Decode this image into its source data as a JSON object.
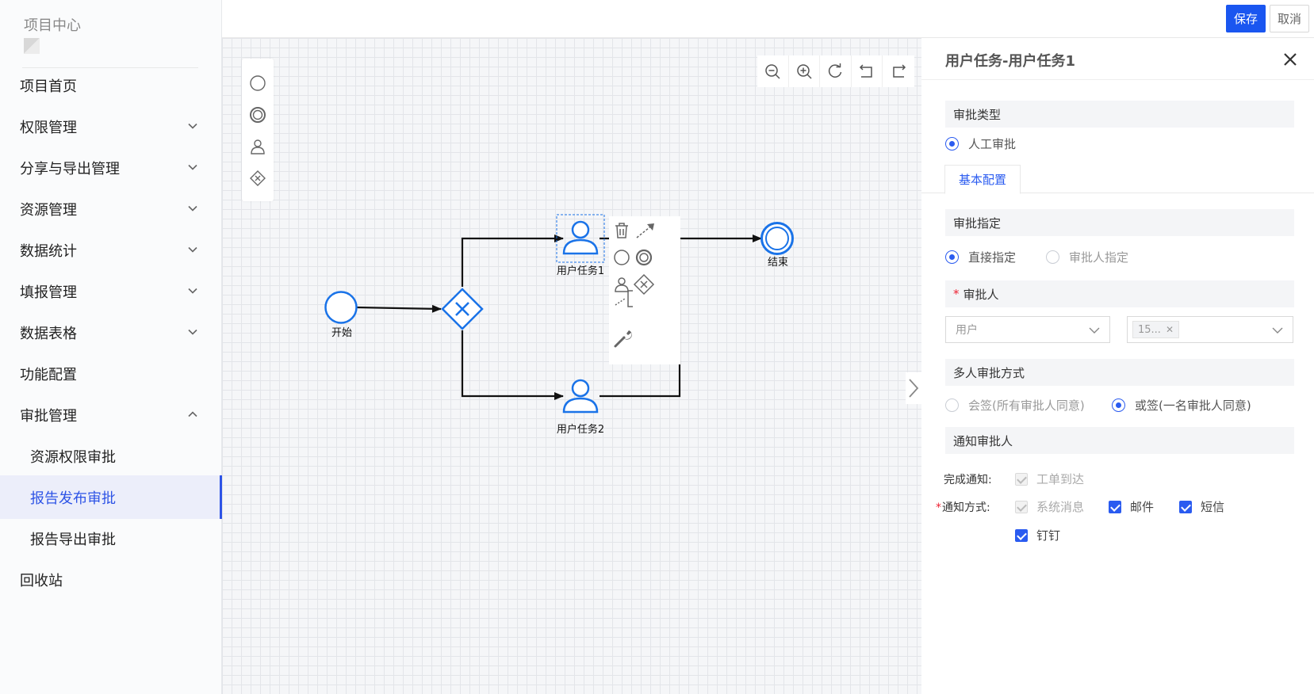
{
  "sidebar": {
    "project_title": "项目中心",
    "items": [
      {
        "label": "项目首页"
      },
      {
        "label": "权限管理"
      },
      {
        "label": "分享与导出管理"
      },
      {
        "label": "资源管理"
      },
      {
        "label": "数据统计"
      },
      {
        "label": "填报管理"
      },
      {
        "label": "数据表格"
      },
      {
        "label": "功能配置"
      },
      {
        "label": "审批管理"
      },
      {
        "label": "资源权限审批"
      },
      {
        "label": "报告发布审批"
      },
      {
        "label": "报告导出审批"
      },
      {
        "label": "回收站"
      }
    ],
    "active_item": "报告发布审批"
  },
  "toolbar": {
    "save_label": "保存",
    "cancel_label": "取消"
  },
  "diagram": {
    "nodes": {
      "start": "开始",
      "task1": "用户任务1",
      "task2": "用户任务2",
      "end": "结束"
    },
    "palette_icons": [
      "start-event-icon",
      "end-event-icon",
      "user-task-icon",
      "exclusive-gateway-icon"
    ],
    "zoom_icons": [
      "zoom-out-icon",
      "zoom-in-icon",
      "reset-icon",
      "undo-icon",
      "redo-icon"
    ],
    "context_pad_icons": [
      "delete-icon",
      "connect-icon",
      "append-start-event-icon",
      "append-end-event-icon",
      "append-user-task-icon",
      "append-gateway-icon",
      "text-annotation-icon",
      "change-type-icon"
    ]
  },
  "panel": {
    "title": "用户任务-用户任务1",
    "approval_type": {
      "header": "审批类型",
      "option": "人工审批"
    },
    "tabs": [
      {
        "label": "基本配置"
      }
    ],
    "approval_assign": {
      "header": "审批指定",
      "options": [
        "直接指定",
        "审批人指定"
      ],
      "selected": "直接指定"
    },
    "approver": {
      "header": "审批人",
      "type_select": "用户",
      "tag": "15..."
    },
    "multi_approval": {
      "header": "多人审批方式",
      "options": [
        "会签(所有审批人同意)",
        "或签(一名审批人同意)"
      ],
      "selected": "或签(一名审批人同意)"
    },
    "notify": {
      "header": "通知审批人",
      "complete_label": "完成通知:",
      "complete_option": "工单到达",
      "method_label": "通知方式:",
      "methods": [
        {
          "label": "系统消息",
          "checked": true,
          "disabled": true
        },
        {
          "label": "邮件",
          "checked": true,
          "disabled": false
        },
        {
          "label": "短信",
          "checked": true,
          "disabled": false
        },
        {
          "label": "钉钉",
          "checked": true,
          "disabled": false
        }
      ]
    }
  },
  "colors": {
    "accent": "#2a5bf0",
    "bpmn_blue": "#1a73e8",
    "required": "#e23"
  }
}
